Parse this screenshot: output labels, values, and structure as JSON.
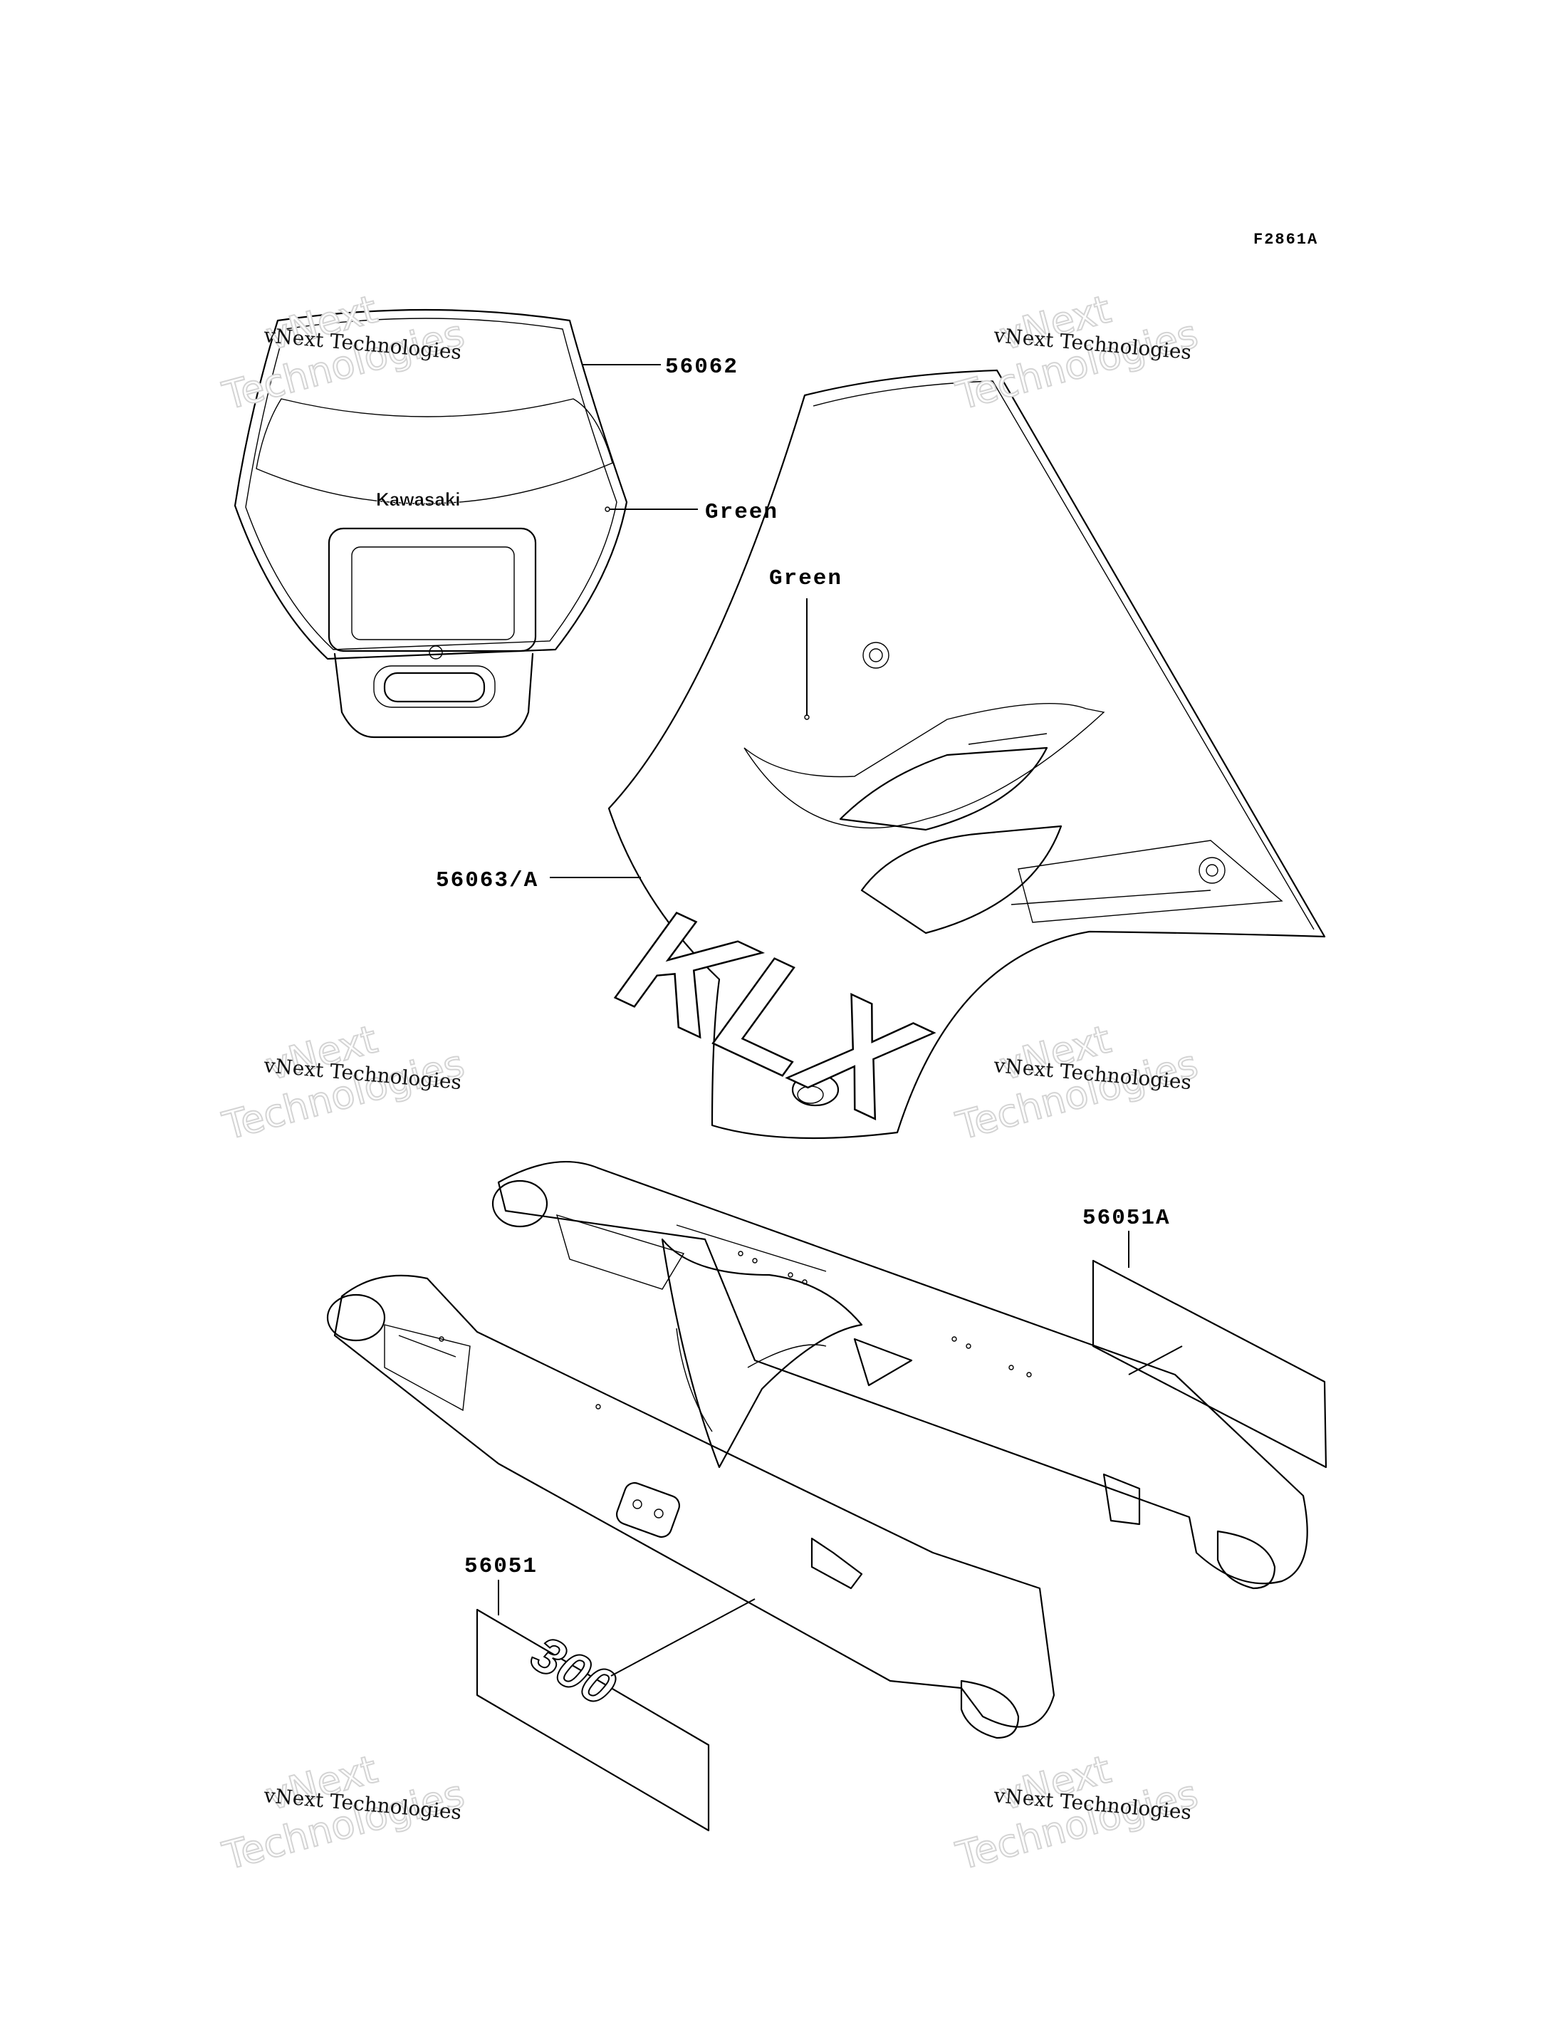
{
  "figure_id": "F2861A",
  "callouts": {
    "headlight_cover": "56062",
    "headlight_color": "Green",
    "shroud_color": "Green",
    "shroud": "56063/A",
    "swingarm_decal_right": "56051A",
    "swingarm_decal_left": "56051"
  },
  "logos": {
    "headlight": "Kawasaki",
    "shroud": "KLX",
    "swingarm_decal": "300"
  },
  "watermark": {
    "line1": "vNext",
    "line2": "Technologies",
    "line3": "vNext Technologies"
  },
  "colors": {
    "ink": "#000000",
    "background": "#ffffff",
    "watermark_outline": "#d4d4d4"
  }
}
